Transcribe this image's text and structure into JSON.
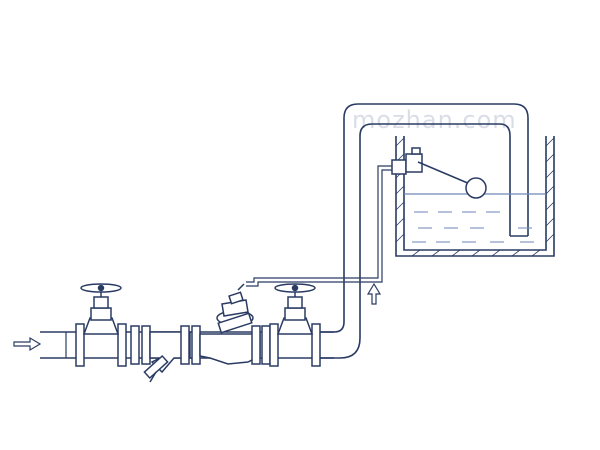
{
  "diagram": {
    "watermark": "mozhan.com",
    "line_color": "#2a3b63",
    "accent_color": "#6f86b8",
    "water_color": "#7a8fbf",
    "background": "#ffffff"
  },
  "flow": {
    "inlet_arrow": "right-arrow",
    "return_arrow": "up-arrow"
  }
}
